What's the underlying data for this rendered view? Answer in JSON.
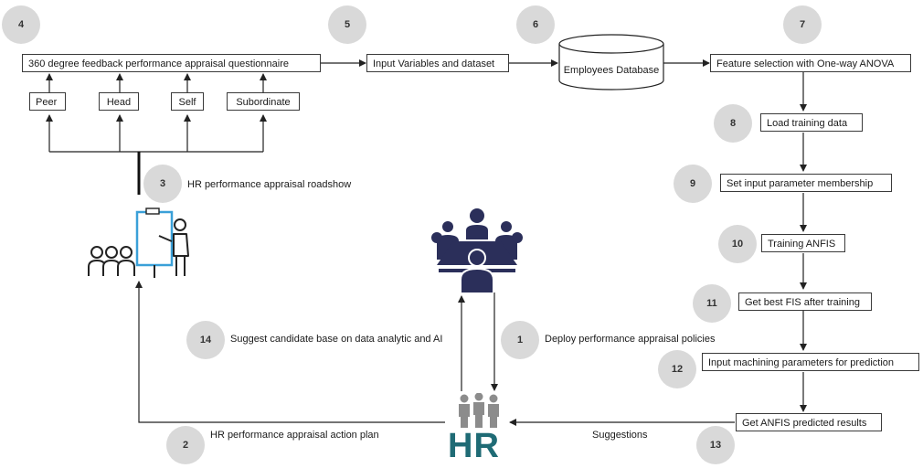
{
  "colors": {
    "hr_teal": "#1f6b75",
    "hr_people_gray": "#8c8c8c",
    "meeting_navy": "#2b2f5a",
    "badge_gray": "#d9d9d9",
    "board_blue": "#3aa0d8"
  },
  "boxes": {
    "questionnaire": "360 degree feedback performance appraisal questionnaire",
    "input_variables": "Input Variables and dataset",
    "employees_db": "Employees Database",
    "feature_selection": "Feature selection with One-way ANOVA",
    "load_training": "Load training data",
    "set_membership": "Set input parameter membership",
    "training_anfis": "Training ANFIS",
    "best_fis": "Get best FIS after training",
    "input_machining": "Input machining parameters for prediction",
    "predicted_results": "Get ANFIS predicted results"
  },
  "raters": {
    "peer": "Peer",
    "head": "Head",
    "self": "Self",
    "subordinate": "Subordinate"
  },
  "badges": {
    "b1": "1",
    "b2": "2",
    "b3": "3",
    "b4": "4",
    "b5": "5",
    "b6": "6",
    "b7": "7",
    "b8": "8",
    "b9": "9",
    "b10": "10",
    "b11": "11",
    "b12": "12",
    "b13": "13",
    "b14": "14"
  },
  "labels": {
    "roadshow": "HR performance appraisal roadshow",
    "suggest_candidate": "Suggest candidate base on data analytic and AI",
    "deploy_policies": "Deploy performance appraisal policies",
    "action_plan": "HR performance appraisal action plan",
    "suggestions": "Suggestions"
  },
  "icons": {
    "presenter": "presenter-at-whiteboard-icon",
    "meeting": "boardroom-meeting-icon",
    "hr_logo": "hr-people-icon"
  },
  "hr_logo_text": "HR"
}
